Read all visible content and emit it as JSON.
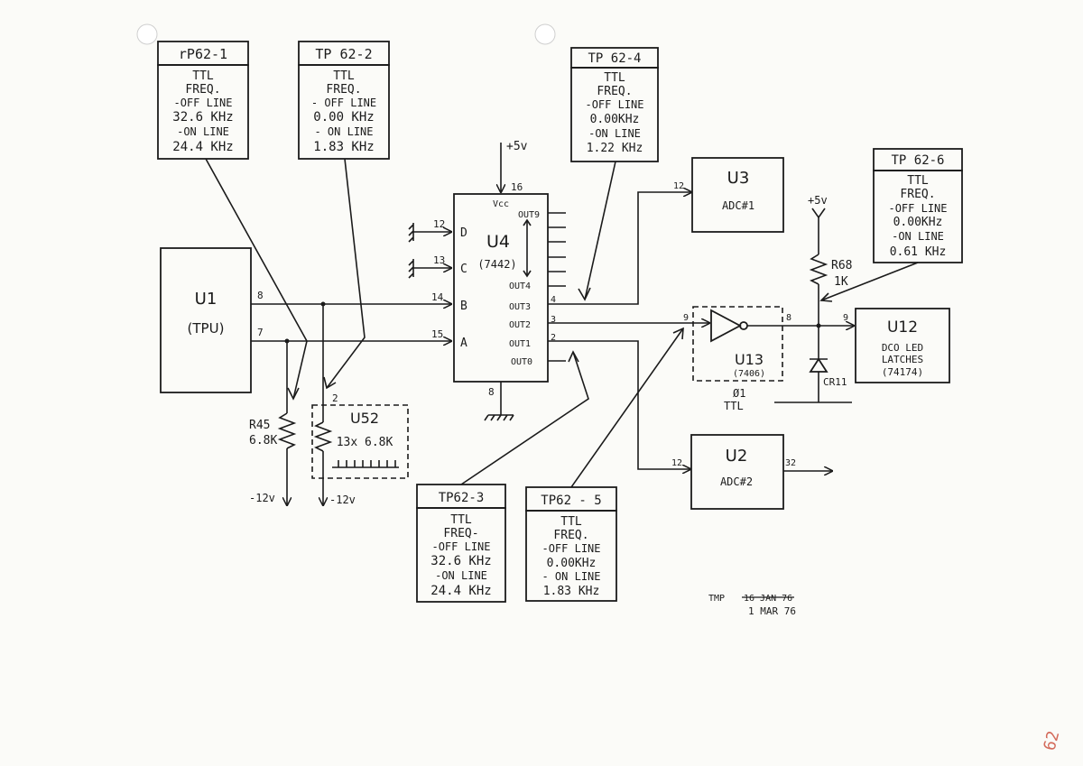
{
  "test_points": [
    {
      "title": "rP62-1",
      "lines": [
        "TTL",
        "FREQ.",
        "-OFF LINE",
        "32.6 KHz",
        "-ON LINE",
        "24.4 KHz"
      ]
    },
    {
      "title": "TP 62-2",
      "lines": [
        "TTL",
        "FREQ.",
        "- OFF LINE",
        "0.00 KHz",
        "- ON LINE",
        "1.83 KHz"
      ]
    },
    {
      "title": "TP 62-4",
      "lines": [
        "TTL",
        "FREQ.",
        "-OFF LINE",
        "0.00KHz",
        "-ON LINE",
        "1.22 KHz"
      ]
    },
    {
      "title": "TP 62-6",
      "lines": [
        "TTL",
        "FREQ.",
        "-OFF LINE",
        "0.00KHz",
        "-ON LINE",
        "0.61 KHz"
      ]
    },
    {
      "title": "TP62-3",
      "lines": [
        "TTL",
        "FREQ-",
        "-OFF LINE",
        "32.6 KHz",
        "-ON LINE",
        "24.4 KHz"
      ]
    },
    {
      "title": "TP62 - 5",
      "lines": [
        "TTL",
        "FREQ.",
        "-OFF LINE",
        "0.00KHz",
        "- ON LINE",
        "1.83 KHz"
      ]
    }
  ],
  "u1": {
    "name": "U1",
    "sub": "(TPU)",
    "pin_a": "8",
    "pin_b": "7"
  },
  "u4": {
    "name": "U4",
    "sub": "(7442)",
    "vcc": "Vcc",
    "pin_vcc": "16",
    "pin_gnd": "8",
    "inputs": [
      {
        "pin": "12",
        "label": "D"
      },
      {
        "pin": "13",
        "label": "C"
      },
      {
        "pin": "14",
        "label": "B"
      },
      {
        "pin": "15",
        "label": "A"
      }
    ],
    "outputs": [
      {
        "label": "OUT9",
        "pin": ""
      },
      {
        "label": "OUT4",
        "pin": ""
      },
      {
        "label": "OUT3",
        "pin": "4"
      },
      {
        "label": "OUT2",
        "pin": "3"
      },
      {
        "label": "OUT1",
        "pin": "2"
      },
      {
        "label": "OUT0",
        "pin": ""
      }
    ]
  },
  "supply": {
    "plus5": "+5v",
    "plus5_b": "+5v",
    "minus12": "-12v",
    "minus12_b": "-12v"
  },
  "u3": {
    "name": "U3",
    "sub": "ADC#1",
    "pin": "12"
  },
  "u2": {
    "name": "U2",
    "sub": "ADC#2",
    "pin_in": "12",
    "pin_out": "32"
  },
  "u13": {
    "name": "U13",
    "sub": "(7406)",
    "pin_in": "9",
    "pin_out": "8"
  },
  "u12": {
    "name": "U12",
    "line1": "DCO LED",
    "line2": "LATCHES",
    "line3": "(74174)",
    "pin": "9"
  },
  "u52": {
    "name": "U52",
    "sub": "13x 6.8K",
    "pin": "2"
  },
  "r45": {
    "name": "R45",
    "value": "6.8K"
  },
  "r68": {
    "name": "R68",
    "value": "1K"
  },
  "cr11": {
    "name": "CR11"
  },
  "phi1": {
    "line1": "Ø1",
    "line2": "TTL"
  },
  "note": {
    "prefix": "TMP",
    "struck": "16 JAN 76",
    "date": "1 MAR 76"
  },
  "page_number": "62"
}
